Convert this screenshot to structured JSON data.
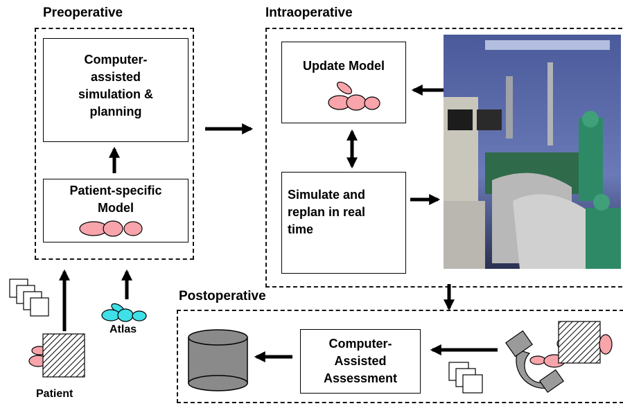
{
  "sections": {
    "preoperative": "Preoperative",
    "intraoperative": "Intraoperative",
    "postoperative": "Postoperative"
  },
  "boxes": {
    "simulation_planning": "Computer-\nassisted\nsimulation &\nplanning",
    "patient_model": "Patient-specific\nModel",
    "update_model": "Update Model",
    "simulate_replan": "Simulate and\nreplan in real\ntime",
    "assessment": "Computer-\nAssisted\nAssessment"
  },
  "captions": {
    "atlas": "Atlas",
    "patient": "Patient"
  },
  "colors": {
    "organ_pink": "#f7a4ab",
    "atlas_cyan": "#3fe0e8",
    "database_gray": "#8a8a8a",
    "scanner_gray": "#9a9a9a"
  }
}
